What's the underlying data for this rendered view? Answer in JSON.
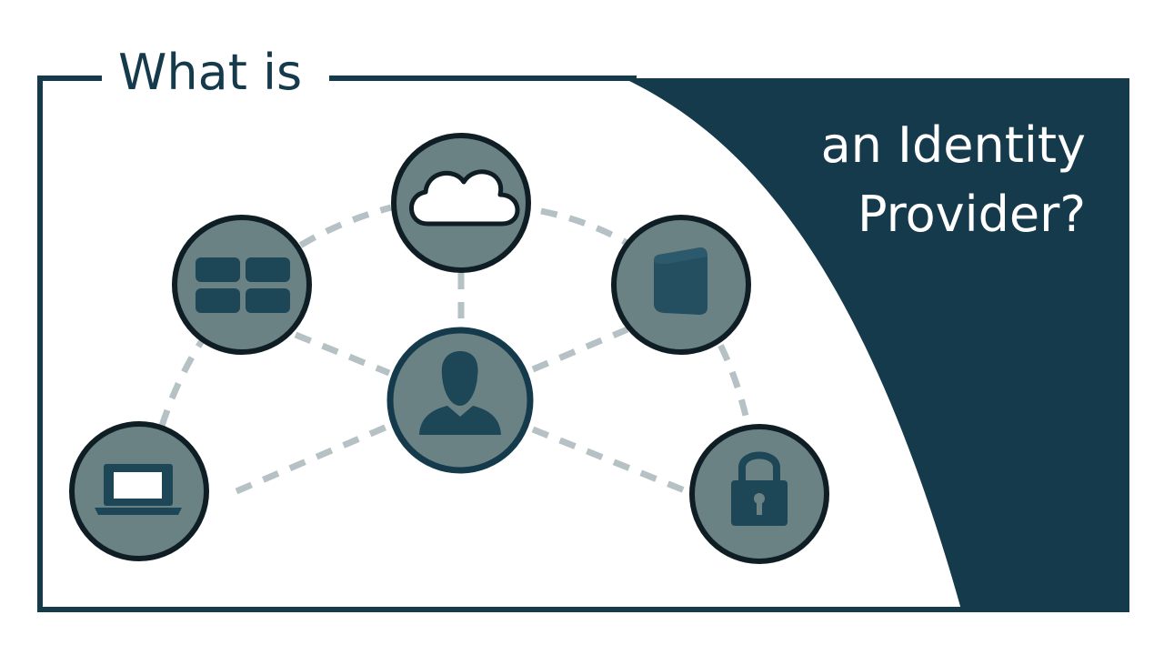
{
  "title": {
    "line1": "What is",
    "line2": "an Identity",
    "line3": "Provider?"
  },
  "colors": {
    "navy": "#153a4b",
    "node_fill": "#6b8285",
    "node_ring": "#0f1e24",
    "center_ring": "#153a4b",
    "icon": "#1d4657",
    "dash": "#b5c1c4",
    "background": "#ffffff"
  },
  "nodes": [
    {
      "id": "cloud",
      "icon": "cloud-icon"
    },
    {
      "id": "apps",
      "icon": "app-grid-icon"
    },
    {
      "id": "server",
      "icon": "server-icon"
    },
    {
      "id": "user",
      "icon": "user-icon"
    },
    {
      "id": "laptop",
      "icon": "laptop-icon"
    },
    {
      "id": "lock",
      "icon": "padlock-icon"
    }
  ]
}
